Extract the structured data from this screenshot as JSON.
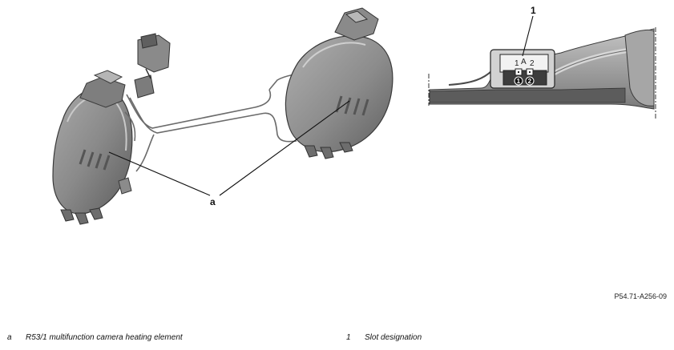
{
  "callouts": {
    "a": "a",
    "one": "1"
  },
  "connector": {
    "slot_label": "A",
    "pin_left": "1",
    "pin_right": "2",
    "pin_badge_1": "1",
    "pin_badge_2": "2"
  },
  "reference_code": "P54.71-A256-09",
  "legend": [
    {
      "key": "a",
      "text": "R53/1 multifunction camera heating element"
    },
    {
      "key": "1",
      "text": "Slot designation"
    }
  ],
  "colors": {
    "part_fill": "#8f8f8f",
    "part_dark": "#5e5e5e",
    "line": "#111111"
  }
}
